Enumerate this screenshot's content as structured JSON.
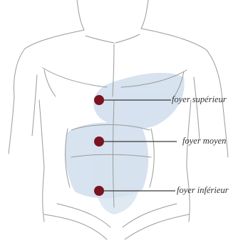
{
  "labels": {
    "upper": "foyer supérieur",
    "middle": "foyer moyen",
    "lower": "foyer inférieur"
  },
  "colors": {
    "dot": "#7a1420",
    "line": "#3a3a3a",
    "sketch": "#9a9a9a",
    "wash": "#c9d9ea"
  }
}
